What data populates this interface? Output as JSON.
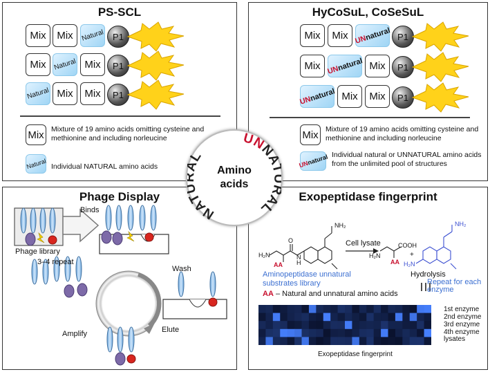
{
  "psscl": {
    "title": "PS-SCL",
    "mix": "Mix",
    "natural": "Natural",
    "p1": "P1",
    "legend_mix_desc": "Mixture of 19 amino acids omitting cysteine and methionine and including norleucine",
    "legend_natural_desc": "Individual NATURAL amino acids"
  },
  "hycosul": {
    "title": "HyCoSuL, CoSeSuL",
    "un_prefix": "UN",
    "un_suffix": "natural",
    "legend_mix_desc": "Mixture of 19 amino acids omitting cysteine and methionine and including norleucine",
    "legend_unnatural_desc": "Individual natural or UNNATURAL amino acids from the unlimited pool of structures"
  },
  "center": {
    "left_word": "NATURAL",
    "right_prefix": "UN",
    "right_suffix": "NATURAL",
    "line1": "Amino",
    "line2": "acids"
  },
  "phage": {
    "title": "Phage Display",
    "library": "Phage library",
    "binds": "Binds",
    "repeat": "3–4 repeat",
    "wash": "Wash",
    "amplify": "Amplify",
    "elute": "Elute"
  },
  "exo": {
    "title": "Exopeptidase fingerprint",
    "cell_lysate": "Cell lysate",
    "plus": "+",
    "hydrolysis": "Hydrolysis",
    "repeat": "Repeat for each enzyme",
    "library_label": "Aminopeptidase unnatural substrates library",
    "aa": "AA",
    "aa_desc": "– Natural and unnatural amino acids",
    "rows": [
      "1st enzyme",
      "2nd enzyme",
      "3rd enzyme",
      "4th enzyme",
      "lysates"
    ],
    "caption": "Exopeptidase fingerprint",
    "nh2": "NH₂",
    "h2n": "H₂N",
    "cooh": "COOH",
    "o": "O",
    "h": "H",
    "n": "N"
  }
}
